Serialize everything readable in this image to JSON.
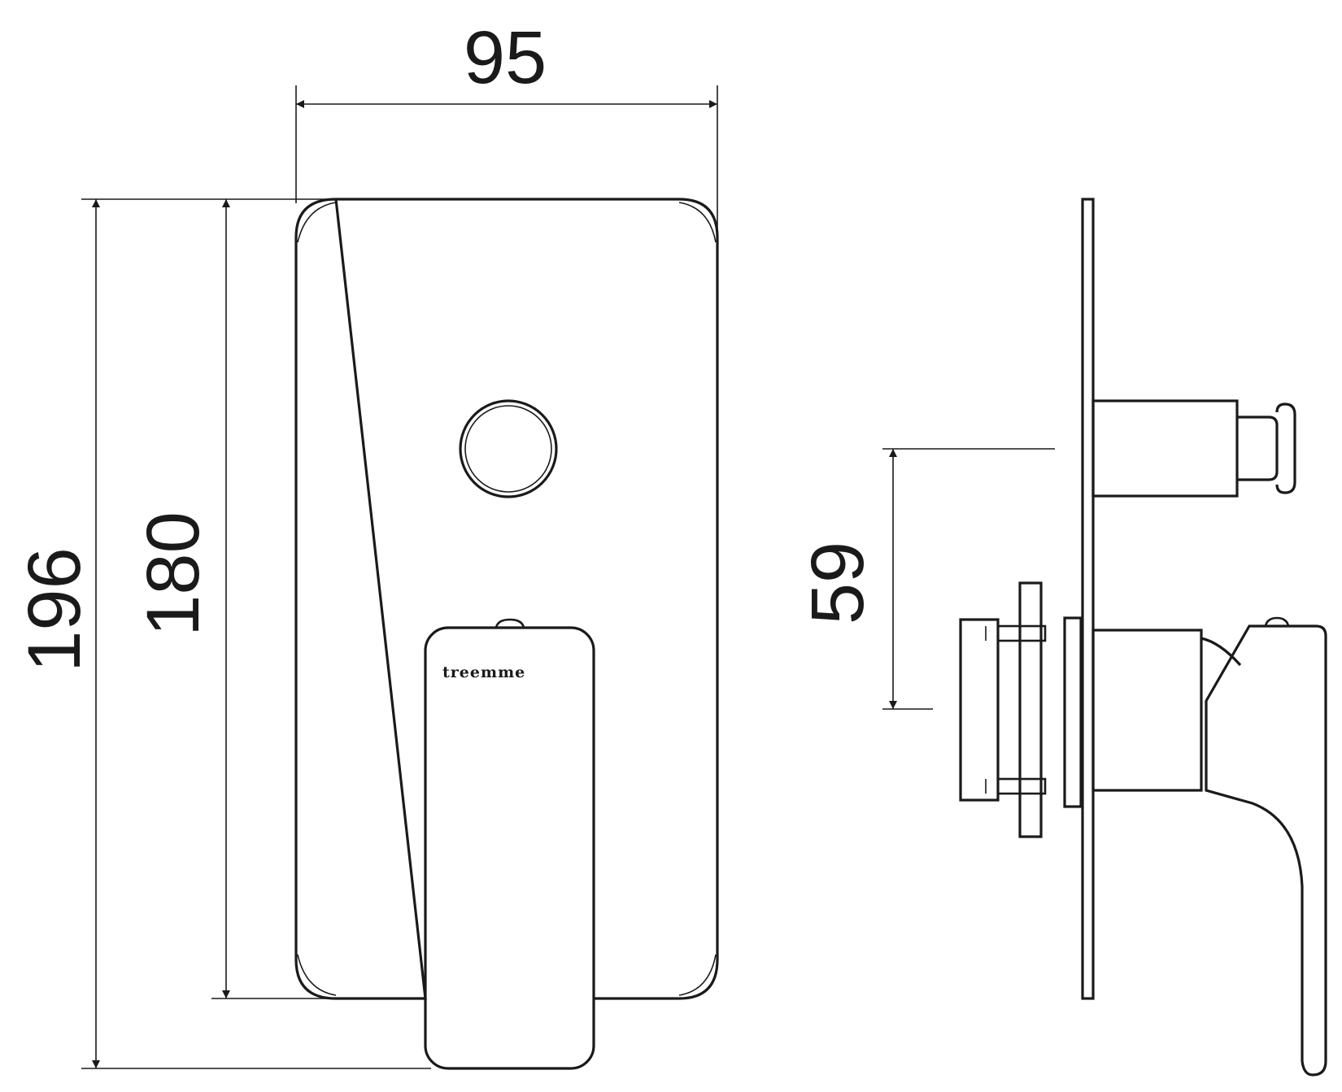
{
  "dimensions": {
    "width": "95",
    "total_height": "196",
    "plate_height": "180",
    "side_offset": "59"
  },
  "brand": {
    "logo_text": "treemme"
  }
}
